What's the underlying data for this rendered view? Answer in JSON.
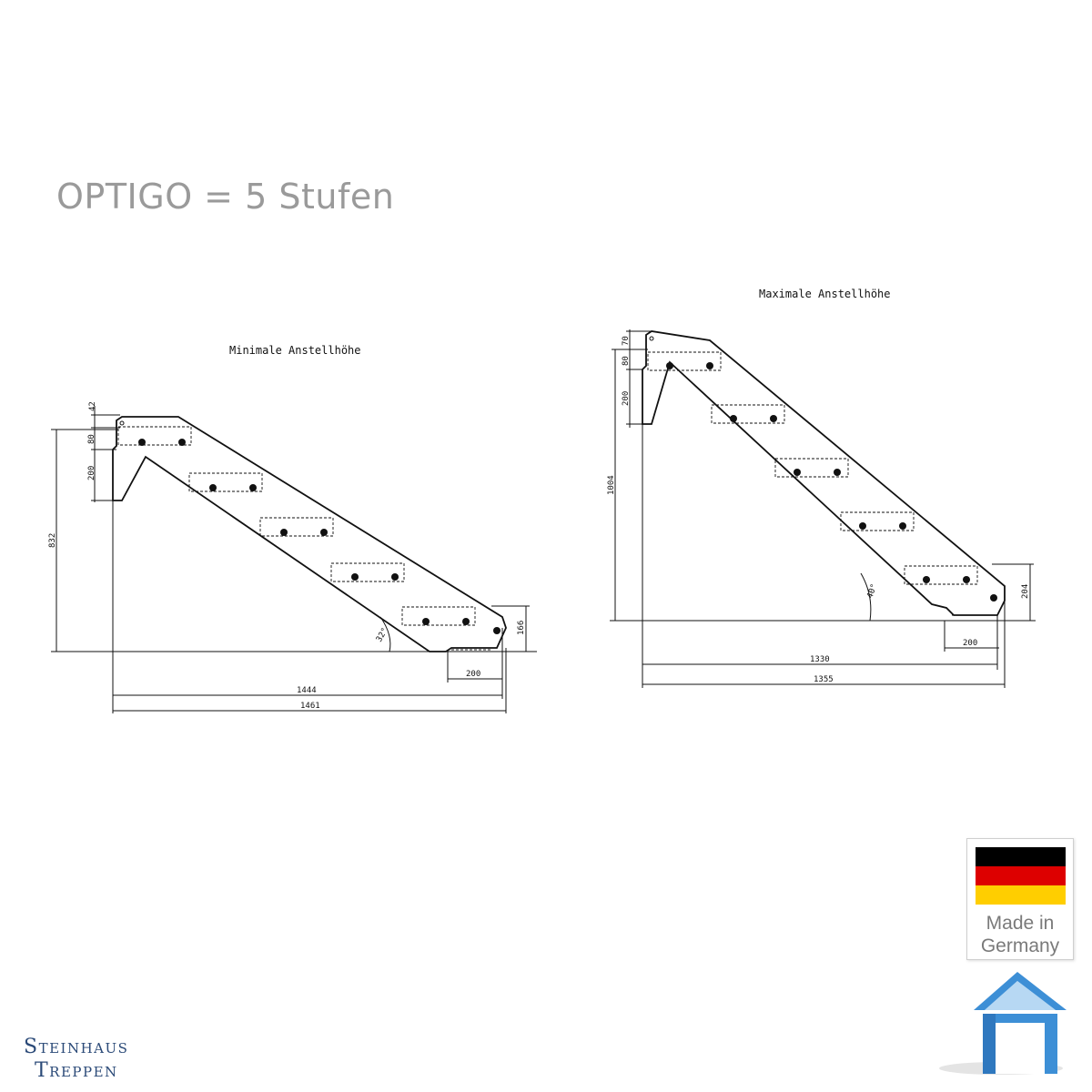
{
  "title": "OPTIGO = 5 Stufen",
  "left_drawing": {
    "caption": "Minimale Anstellhöhe",
    "dims": {
      "d42": "42",
      "d80": "80",
      "d200": "200",
      "d832": "832",
      "d166": "166",
      "d200b": "200",
      "d1444": "1444",
      "d1461": "1461",
      "angle": "32°"
    }
  },
  "right_drawing": {
    "caption": "Maximale Anstellhöhe",
    "dims": {
      "d70": "70",
      "d80": "80",
      "d200": "200",
      "d1004": "1004",
      "d204": "204",
      "d200b": "200",
      "d1330": "1330",
      "d1355": "1355",
      "angle": "40°"
    }
  },
  "badge": {
    "line1": "Made in",
    "line2": "Germany",
    "flag_colors": [
      "#000000",
      "#dd0000",
      "#ffce00"
    ]
  },
  "brand": {
    "line1": "Steinhaus",
    "line2": "Treppen"
  },
  "colors": {
    "brand": "#2b4a78",
    "house_blue": "#3d8fd6"
  }
}
